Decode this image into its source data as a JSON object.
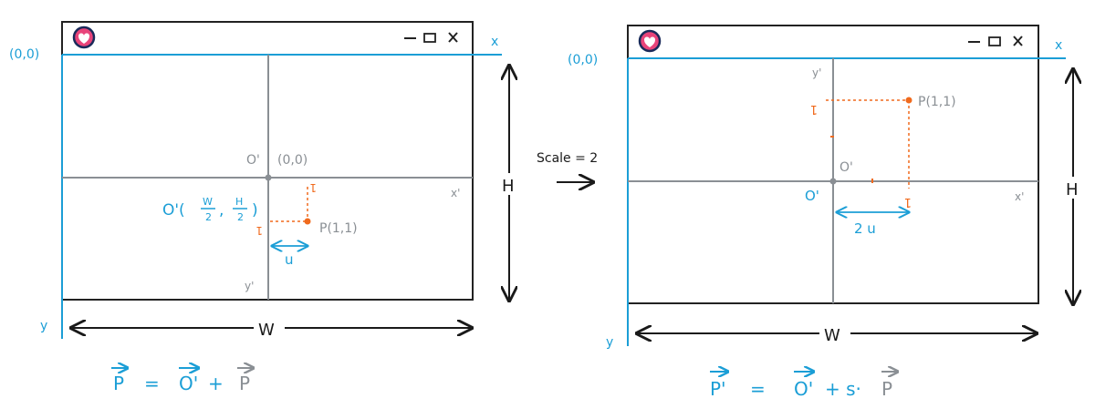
{
  "left": {
    "origin_screen": "(0,0)",
    "x_axis": "x",
    "y_axis": "y",
    "x_local": "x'",
    "y_local": "y'",
    "origin_local_label": "O'",
    "origin_local_coord": "(0,0)",
    "origin_formula_prefix": "O'(",
    "origin_formula_w": "W",
    "origin_formula_h": "H",
    "origin_formula_den": "2",
    "origin_formula_comma": ",",
    "origin_formula_close": ")",
    "tick_x": "1",
    "tick_y": "1",
    "point_label": "P(1,1)",
    "unit_label": "u",
    "height_label": "H",
    "width_label": "W",
    "equation": {
      "lhs": "P",
      "eq": "=",
      "o": "O'",
      "plus": "+",
      "p": "P"
    }
  },
  "middle": {
    "scale_label": "Scale = 2"
  },
  "right": {
    "origin_screen": "(0,0)",
    "x_axis": "x",
    "y_axis": "y",
    "x_local": "x'",
    "y_local": "y'",
    "origin_local_label_top": "O'",
    "origin_local_label": "O'",
    "tick_x": "1",
    "tick_y": "1",
    "point_label": "P(1,1)",
    "unit_label": "2 u",
    "height_label": "H",
    "width_label": "W",
    "equation": {
      "lhs": "P'",
      "eq": "=",
      "o": "O'",
      "plus": "+ s·",
      "p": "P"
    }
  },
  "colors": {
    "blue": "#1b9ed6",
    "gray": "#8a8f94",
    "orange": "#f06a1d",
    "black": "#1a1a1a",
    "icon_pink": "#e8447a"
  },
  "icons": [
    "heart-app-icon",
    "minimize-icon",
    "maximize-icon",
    "close-icon"
  ]
}
